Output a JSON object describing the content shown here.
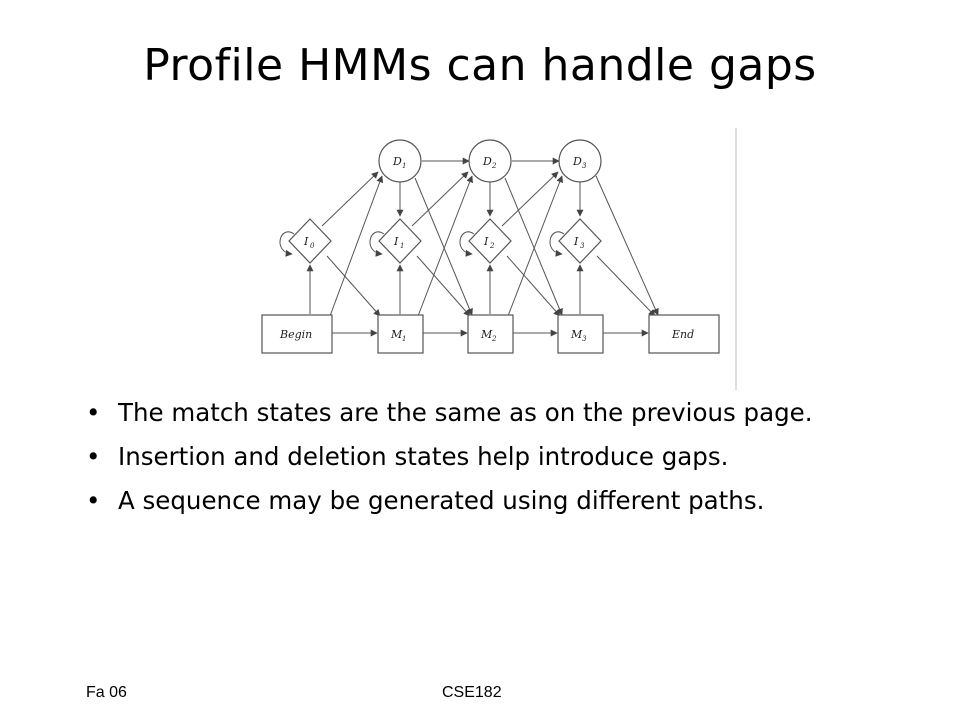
{
  "title": "Profile HMMs can handle gaps",
  "bullets": [
    "The match states are the same as on the previous page.",
    "Insertion and deletion states help introduce gaps.",
    "A sequence may be generated using different paths."
  ],
  "footer": {
    "left": "Fa 06",
    "center": "CSE182"
  },
  "diagram": {
    "begin": "Begin",
    "end": "End",
    "deletion_states": [
      {
        "letter": "D",
        "sub": "1"
      },
      {
        "letter": "D",
        "sub": "2"
      },
      {
        "letter": "D",
        "sub": "3"
      }
    ],
    "insertion_states": [
      {
        "letter": "I",
        "sub": "0"
      },
      {
        "letter": "I",
        "sub": "1"
      },
      {
        "letter": "I",
        "sub": "2"
      },
      {
        "letter": "I",
        "sub": "3"
      }
    ],
    "match_states": [
      {
        "letter": "M",
        "sub": "1"
      },
      {
        "letter": "M",
        "sub": "2"
      },
      {
        "letter": "M",
        "sub": "3"
      }
    ]
  }
}
